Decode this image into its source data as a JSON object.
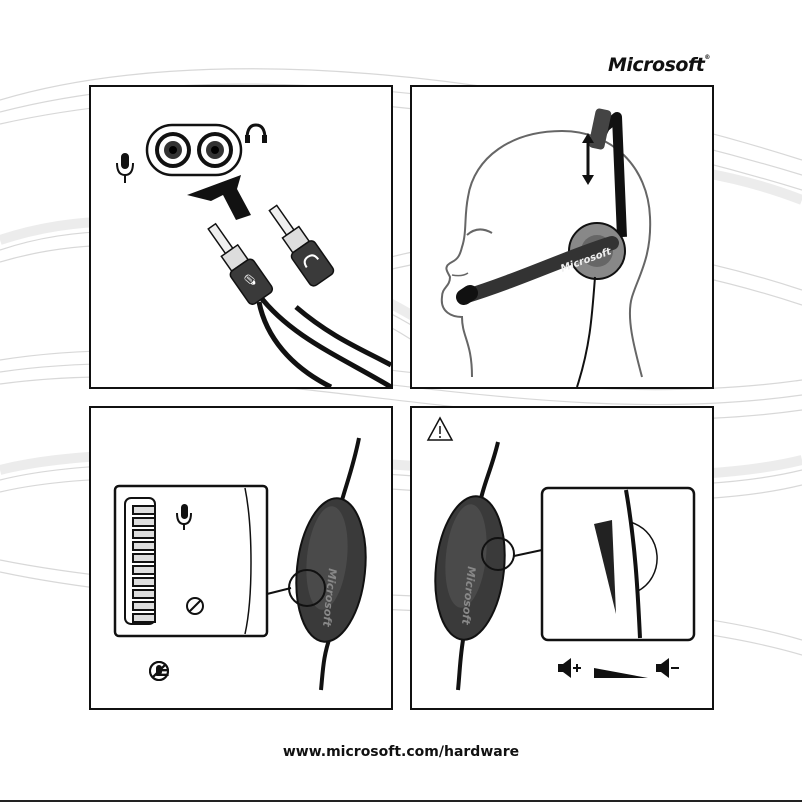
{
  "brand": {
    "logo_text": "Microsoft"
  },
  "footer": {
    "url": "www.microsoft.com/hardware"
  },
  "panels": {
    "connect": {
      "mic_icon": "microphone-icon",
      "headphone_icon": "headphone-icon",
      "arrow_icon": "insert-arrow-icon"
    },
    "wear": {
      "adjust_icon": "up-down-arrow-icon",
      "boom_text": "Microsoft"
    },
    "mute": {
      "mute_symbol": "mute-icon",
      "equals": "=",
      "mic_off_icon": "microphone-muted-icon",
      "control_text": "Microsoft"
    },
    "volume": {
      "warning_icon": "warning-triangle-icon",
      "volume_up_icon": "volume-up-icon",
      "volume_down_icon": "volume-down-icon",
      "control_text": "Microsoft"
    }
  }
}
